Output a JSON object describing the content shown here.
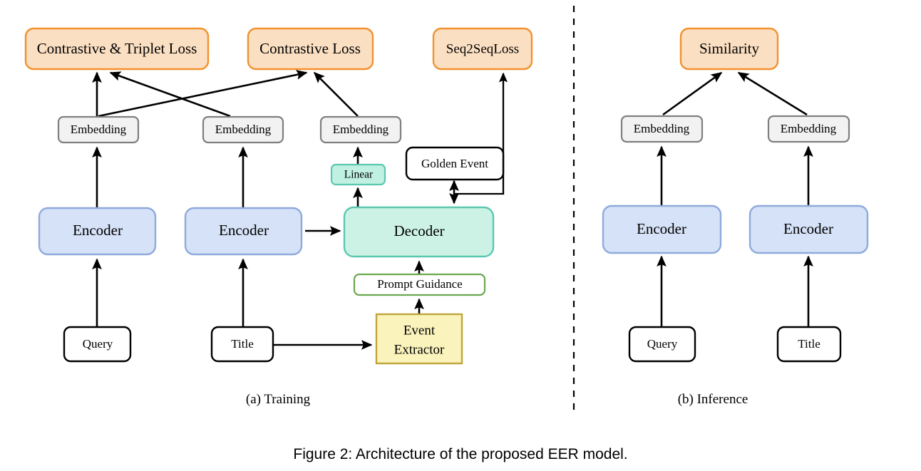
{
  "figure": {
    "caption": "Figure 2:  Architecture of the proposed EER model.",
    "panels": [
      {
        "id": "training",
        "caption": "(a) Training"
      },
      {
        "id": "inference",
        "caption": "(b)  Inference"
      }
    ]
  },
  "colors": {
    "loss_fill": "#FBDFC2",
    "loss_stroke": "#F2912E",
    "embedding_fill": "#F2F2F2",
    "embedding_stroke": "#7F7F7F",
    "encoder_fill": "#D6E2F7",
    "encoder_stroke": "#8FAADC",
    "decoder_fill": "#CCF2E6",
    "decoder_stroke": "#5CC7B0",
    "linear_fill": "#BFF0E2",
    "linear_stroke": "#5CC7B0",
    "prompt_fill": "#FFFFFF",
    "prompt_stroke": "#6AA84F",
    "extractor_fill": "#FAF3BC",
    "extractor_stroke": "#BFA53A",
    "plain_fill": "#FFFFFF",
    "plain_stroke": "#000000",
    "arrow": "#000000"
  },
  "training": {
    "losses": [
      {
        "id": "contrastive-triplet-loss",
        "label": "Contrastive & Triplet Loss"
      },
      {
        "id": "contrastive-loss",
        "label": "Contrastive Loss"
      },
      {
        "id": "seq2seq-loss",
        "label": "Seq2SeqLoss"
      }
    ],
    "embeddings": [
      {
        "id": "embedding-query",
        "label": "Embedding"
      },
      {
        "id": "embedding-title",
        "label": "Embedding"
      },
      {
        "id": "embedding-decoder",
        "label": "Embedding"
      }
    ],
    "golden_event": {
      "id": "golden-event",
      "label": "Golden Event"
    },
    "linear": {
      "id": "linear",
      "label": "Linear"
    },
    "encoders": [
      {
        "id": "encoder-query",
        "label": "Encoder"
      },
      {
        "id": "encoder-title",
        "label": "Encoder"
      }
    ],
    "decoder": {
      "id": "decoder",
      "label": "Decoder"
    },
    "prompt_guidance": {
      "id": "prompt-guidance",
      "label": "Prompt Guidance"
    },
    "event_extractor": {
      "id": "event-extractor",
      "label_line1": "Event",
      "label_line2": "Extractor"
    },
    "inputs": [
      {
        "id": "input-query",
        "label": "Query"
      },
      {
        "id": "input-title",
        "label": "Title"
      }
    ]
  },
  "inference": {
    "similarity": {
      "id": "similarity",
      "label": "Similarity"
    },
    "embeddings": [
      {
        "id": "inf-embedding-query",
        "label": "Embedding"
      },
      {
        "id": "inf-embedding-title",
        "label": "Embedding"
      }
    ],
    "encoders": [
      {
        "id": "inf-encoder-query",
        "label": "Encoder"
      },
      {
        "id": "inf-encoder-title",
        "label": "Encoder"
      }
    ],
    "inputs": [
      {
        "id": "inf-input-query",
        "label": "Query"
      },
      {
        "id": "inf-input-title",
        "label": "Title"
      }
    ]
  }
}
